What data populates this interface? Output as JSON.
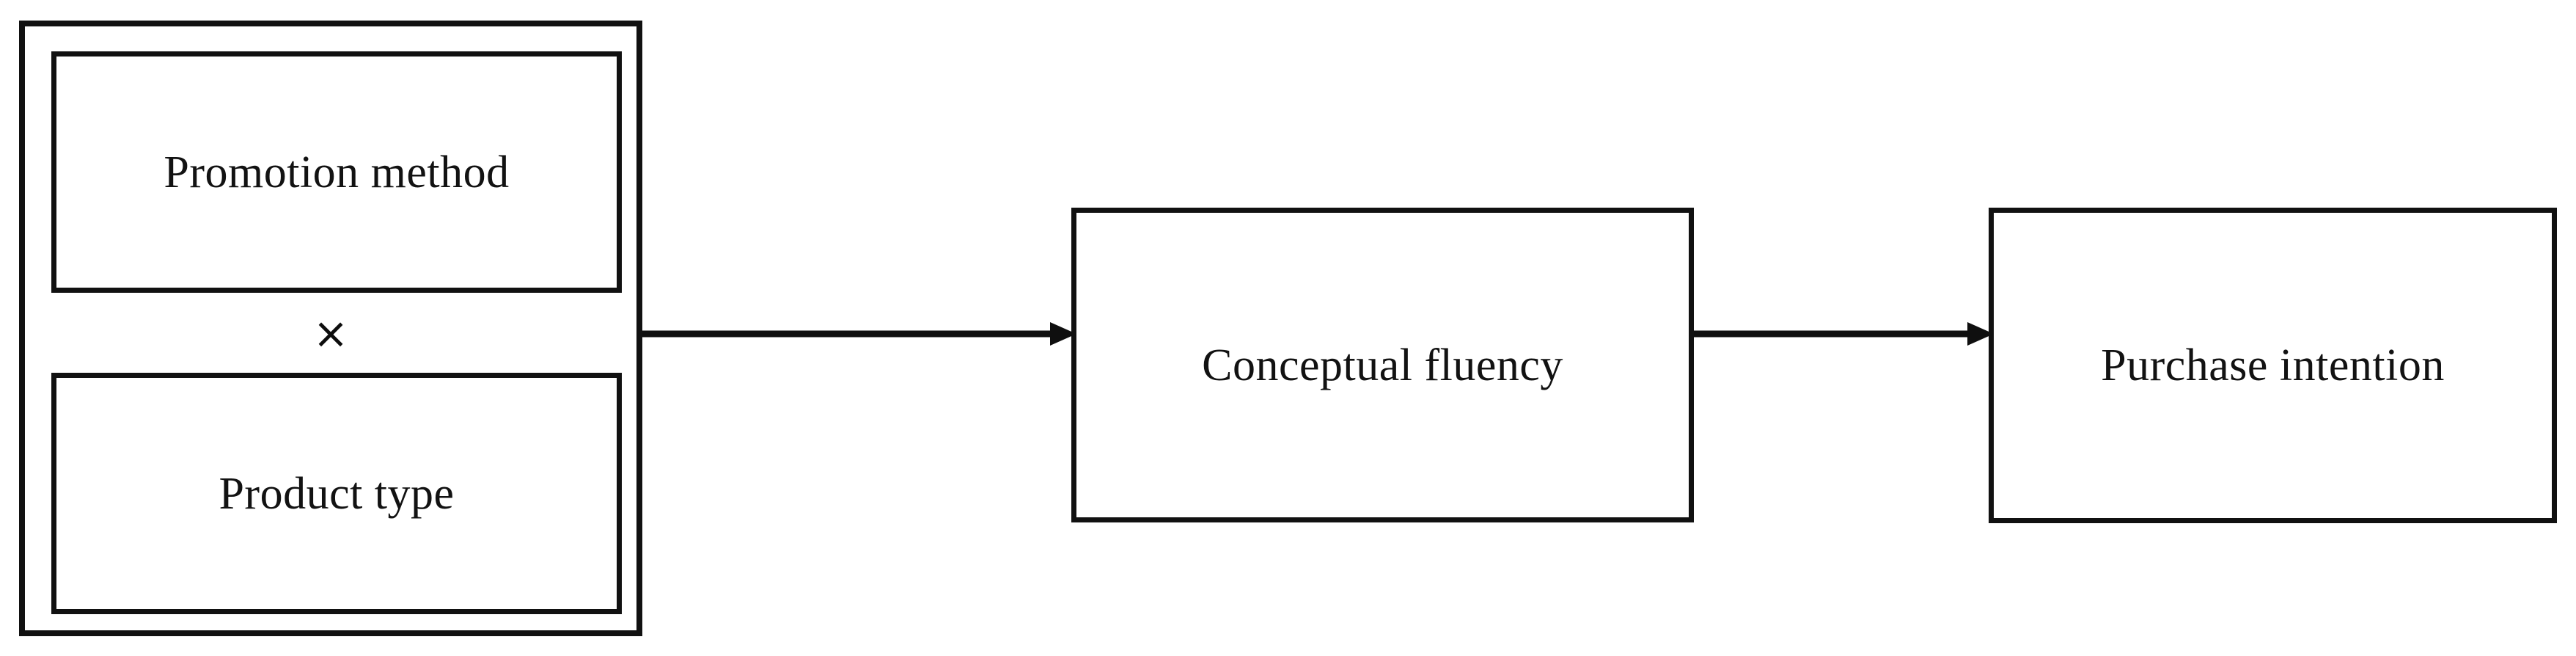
{
  "diagram": {
    "type": "conceptual-research-model",
    "orientation": "left-to-right",
    "background_color": "#ffffff",
    "line_color": "#111111",
    "text_color": "#121212",
    "nodes": [
      {
        "id": "promotion-method",
        "label": "Promotion method",
        "role": "independent-variable",
        "group": "interaction-group"
      },
      {
        "id": "product-type",
        "label": "Product type",
        "role": "moderator-variable",
        "group": "interaction-group"
      },
      {
        "id": "conceptual-fluency",
        "label": "Conceptual fluency",
        "role": "mediator"
      },
      {
        "id": "purchase-intention",
        "label": "Purchase intention",
        "role": "dependent-variable"
      }
    ],
    "group": {
      "id": "interaction-group",
      "operator_symbol": "×",
      "operator_name": "multiplication-sign",
      "members": [
        "promotion-method",
        "product-type"
      ]
    },
    "edges": [
      {
        "id": "edge-group-to-fluency",
        "from": "interaction-group",
        "to": "conceptual-fluency",
        "style": "solid",
        "arrowhead": "filled-triangle",
        "label": ""
      },
      {
        "id": "edge-fluency-to-intention",
        "from": "conceptual-fluency",
        "to": "purchase-intention",
        "style": "solid",
        "arrowhead": "filled-triangle",
        "label": ""
      }
    ]
  }
}
